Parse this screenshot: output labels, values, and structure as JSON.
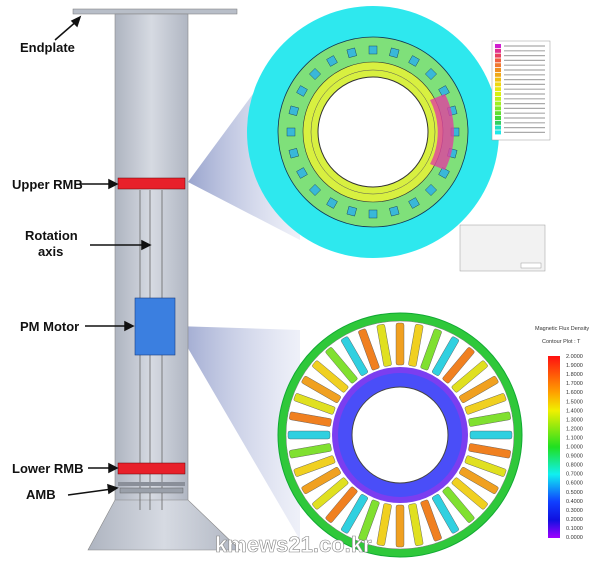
{
  "labels": {
    "endplate": "Endplate",
    "upper_rmb": "Upper RMB",
    "rotation_axis_1": "Rotation",
    "rotation_axis_2": "axis",
    "pm_motor": "PM Motor",
    "lower_rmb": "Lower RMB",
    "amb": "AMB"
  },
  "legend": {
    "title": "Magnetic Flux Density",
    "subtitle": "Contour Plot : T",
    "ticks": [
      "2.0000",
      "1.9000",
      "1.8000",
      "1.7000",
      "1.6000",
      "1.5000",
      "1.4000",
      "1.3000",
      "1.2000",
      "1.1000",
      "1.0000",
      "0.9000",
      "0.8000",
      "0.7000",
      "0.6000",
      "0.5000",
      "0.4000",
      "0.3000",
      "0.2000",
      "0.1000",
      "0.0000"
    ]
  },
  "colors": {
    "column": "#c9ced8",
    "rmb": "#e8202a",
    "motor": "#3b7fe0",
    "upper_bg": "#2ee8ee"
  },
  "watermark": "kmews21.co.kr"
}
